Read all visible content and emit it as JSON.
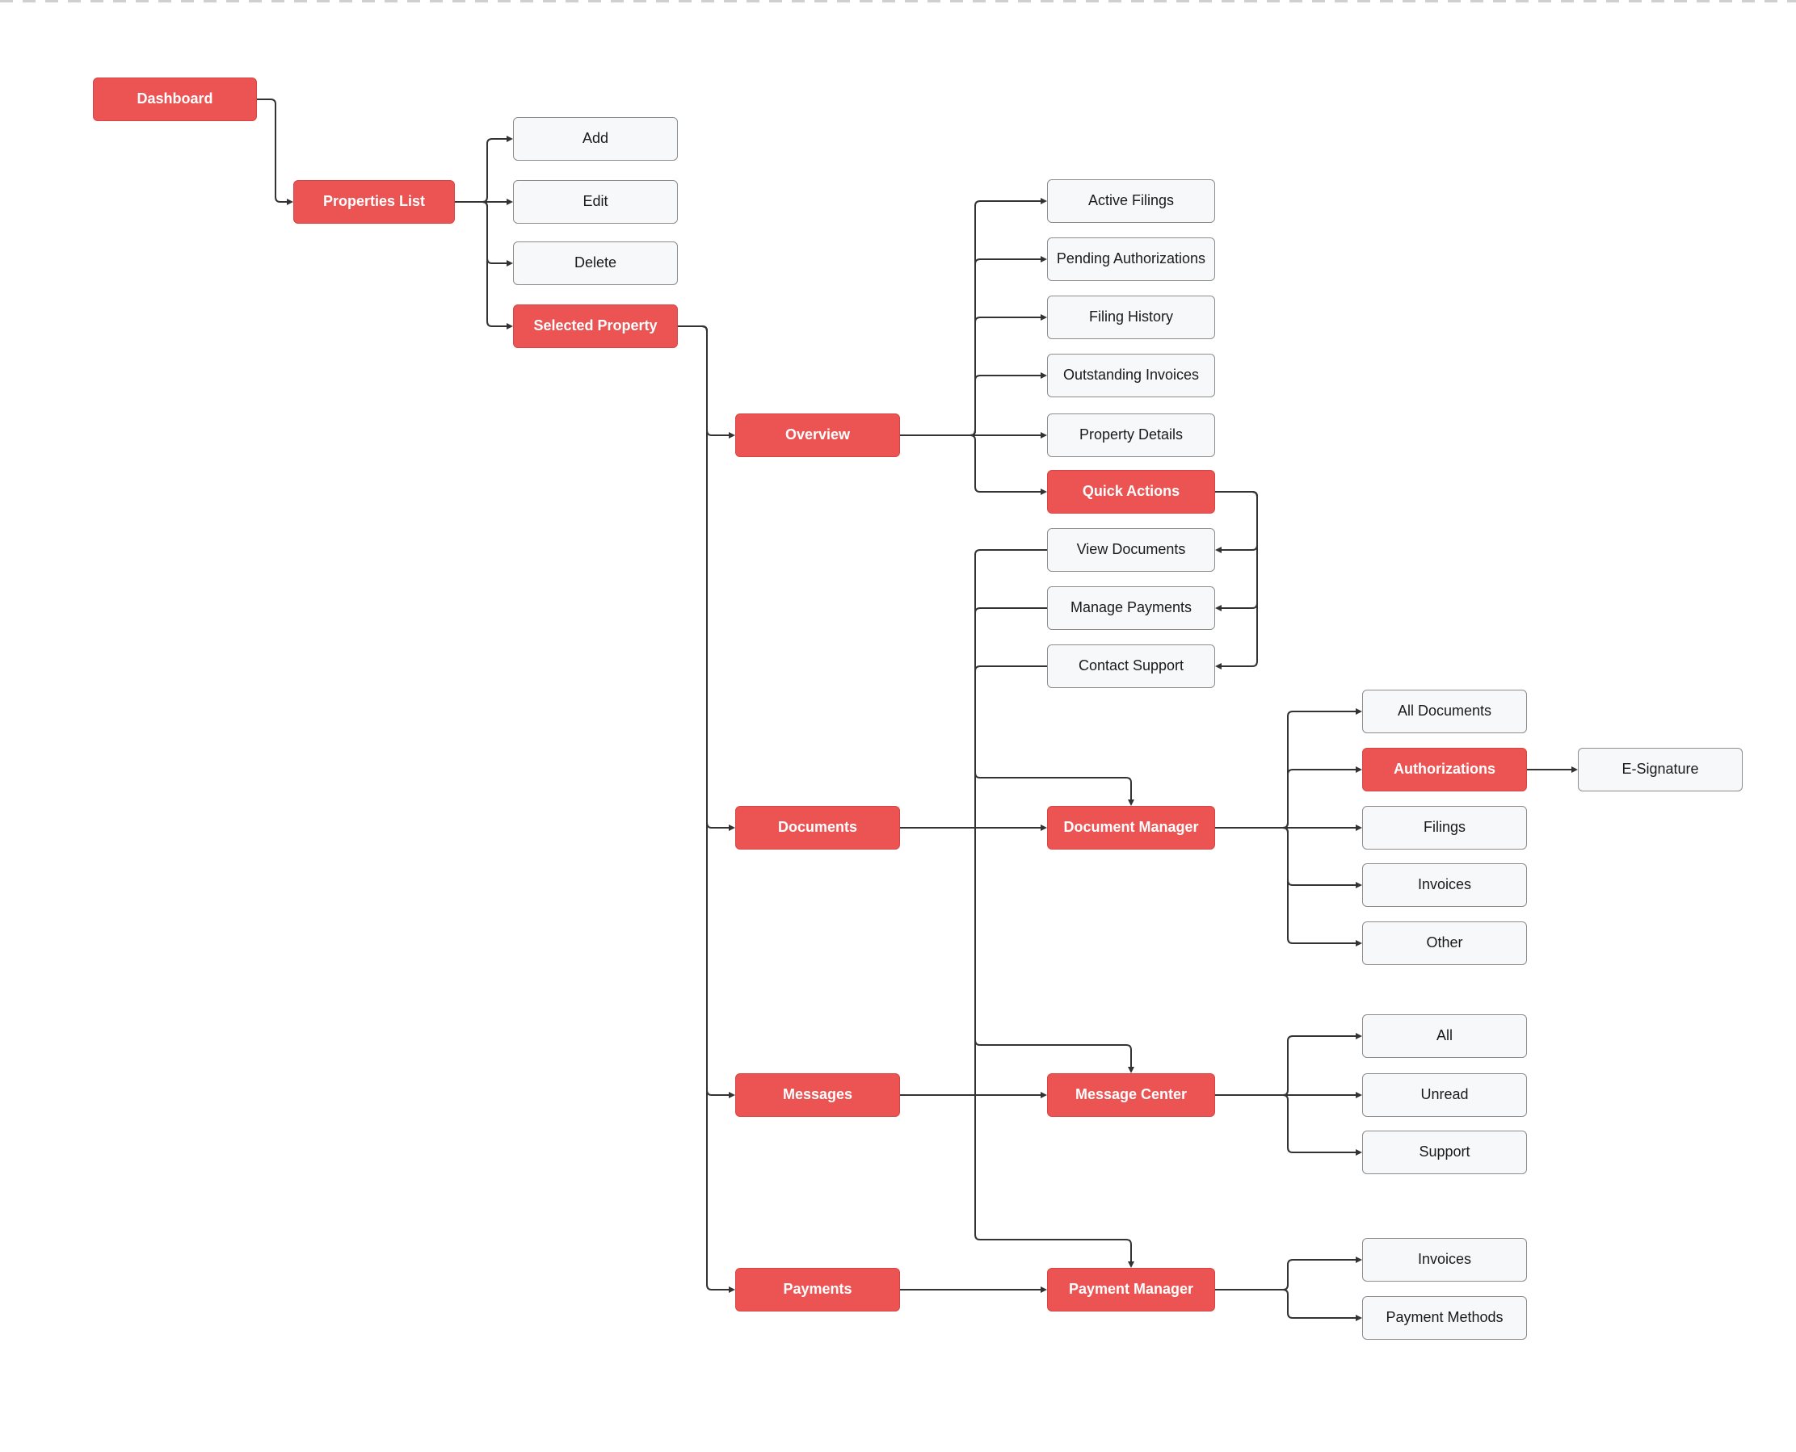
{
  "palette": {
    "primary_fill": "#ec5353",
    "primary_border": "#d64543",
    "primary_text": "#ffffff",
    "secondary_fill": "#f7f8fa",
    "secondary_border": "#8c8c8c",
    "secondary_text": "#1a1a1a",
    "edge_color": "#333333"
  },
  "diagram": {
    "type": "flowchart",
    "nodes": {
      "dashboard": {
        "label": "Dashboard",
        "type": "primary"
      },
      "properties_list": {
        "label": "Properties List",
        "type": "primary"
      },
      "add": {
        "label": "Add",
        "type": "secondary"
      },
      "edit": {
        "label": "Edit",
        "type": "secondary"
      },
      "delete": {
        "label": "Delete",
        "type": "secondary"
      },
      "selected_property": {
        "label": "Selected Property",
        "type": "primary"
      },
      "overview": {
        "label": "Overview",
        "type": "primary"
      },
      "active_filings": {
        "label": "Active Filings",
        "type": "secondary"
      },
      "pending_authorizations": {
        "label": "Pending Authorizations",
        "type": "secondary"
      },
      "filing_history": {
        "label": "Filing History",
        "type": "secondary"
      },
      "outstanding_invoices": {
        "label": "Outstanding Invoices",
        "type": "secondary"
      },
      "property_details": {
        "label": "Property Details",
        "type": "secondary"
      },
      "quick_actions": {
        "label": "Quick Actions",
        "type": "primary"
      },
      "view_documents": {
        "label": "View Documents",
        "type": "secondary"
      },
      "manage_payments": {
        "label": "Manage Payments",
        "type": "secondary"
      },
      "contact_support": {
        "label": "Contact Support",
        "type": "secondary"
      },
      "documents": {
        "label": "Documents",
        "type": "primary"
      },
      "document_manager": {
        "label": "Document Manager",
        "type": "primary"
      },
      "all_documents": {
        "label": "All Documents",
        "type": "secondary"
      },
      "authorizations": {
        "label": "Authorizations",
        "type": "primary"
      },
      "e_signature": {
        "label": "E-Signature",
        "type": "secondary"
      },
      "filings": {
        "label": "Filings",
        "type": "secondary"
      },
      "invoices_documents": {
        "label": "Invoices",
        "type": "secondary"
      },
      "other": {
        "label": "Other",
        "type": "secondary"
      },
      "messages": {
        "label": "Messages",
        "type": "primary"
      },
      "message_center": {
        "label": "Message Center",
        "type": "primary"
      },
      "all_messages": {
        "label": "All",
        "type": "secondary"
      },
      "unread": {
        "label": "Unread",
        "type": "secondary"
      },
      "support": {
        "label": "Support",
        "type": "secondary"
      },
      "payments": {
        "label": "Payments",
        "type": "primary"
      },
      "payment_manager": {
        "label": "Payment Manager",
        "type": "primary"
      },
      "invoices_payments": {
        "label": "Invoices",
        "type": "secondary"
      },
      "payment_methods": {
        "label": "Payment Methods",
        "type": "secondary"
      }
    },
    "edges": [
      {
        "from": "dashboard",
        "to": "properties_list"
      },
      {
        "from": "properties_list",
        "to": "add"
      },
      {
        "from": "properties_list",
        "to": "edit"
      },
      {
        "from": "properties_list",
        "to": "delete"
      },
      {
        "from": "properties_list",
        "to": "selected_property"
      },
      {
        "from": "selected_property",
        "to": "overview"
      },
      {
        "from": "selected_property",
        "to": "documents"
      },
      {
        "from": "selected_property",
        "to": "messages"
      },
      {
        "from": "selected_property",
        "to": "payments"
      },
      {
        "from": "overview",
        "to": "active_filings"
      },
      {
        "from": "overview",
        "to": "pending_authorizations"
      },
      {
        "from": "overview",
        "to": "filing_history"
      },
      {
        "from": "overview",
        "to": "outstanding_invoices"
      },
      {
        "from": "overview",
        "to": "property_details"
      },
      {
        "from": "overview",
        "to": "quick_actions"
      },
      {
        "from": "quick_actions",
        "to": "view_documents"
      },
      {
        "from": "quick_actions",
        "to": "manage_payments"
      },
      {
        "from": "quick_actions",
        "to": "contact_support"
      },
      {
        "from": "view_documents",
        "to": "document_manager"
      },
      {
        "from": "manage_payments",
        "to": "payment_manager"
      },
      {
        "from": "contact_support",
        "to": "message_center"
      },
      {
        "from": "documents",
        "to": "document_manager"
      },
      {
        "from": "document_manager",
        "to": "all_documents"
      },
      {
        "from": "document_manager",
        "to": "authorizations"
      },
      {
        "from": "document_manager",
        "to": "filings"
      },
      {
        "from": "document_manager",
        "to": "invoices_documents"
      },
      {
        "from": "document_manager",
        "to": "other"
      },
      {
        "from": "authorizations",
        "to": "e_signature"
      },
      {
        "from": "messages",
        "to": "message_center"
      },
      {
        "from": "message_center",
        "to": "all_messages"
      },
      {
        "from": "message_center",
        "to": "unread"
      },
      {
        "from": "message_center",
        "to": "support"
      },
      {
        "from": "payments",
        "to": "payment_manager"
      },
      {
        "from": "payment_manager",
        "to": "invoices_payments"
      },
      {
        "from": "payment_manager",
        "to": "payment_methods"
      }
    ]
  }
}
